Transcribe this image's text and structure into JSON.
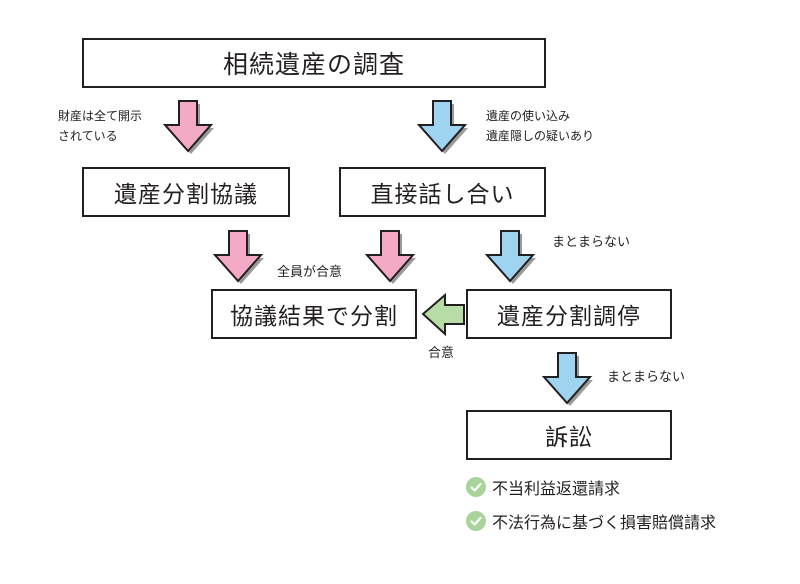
{
  "colors": {
    "pink": "#f4a9c6",
    "blue": "#9fd4f0",
    "green": "#b7dca5",
    "check": "#a8d49c",
    "outline": "#231f20"
  },
  "boxes": {
    "title": "相続遺産の調査",
    "division": "遺産分割協議",
    "direct": "直接話し合い",
    "result": "協議結果で分割",
    "mediation": "遺産分割調停",
    "lawsuit": "訴訟"
  },
  "notes": {
    "disclosed": [
      "財産は全て開示",
      "されている"
    ],
    "misuse": [
      "遺産の使い込み",
      "遺産隠しの疑いあり"
    ],
    "all_agree": "全員が合意",
    "agree": "合意",
    "not_settled_1": "まとまらない",
    "not_settled_2": "まとまらない"
  },
  "claims": [
    "不当利益返還請求",
    "不法行為に基づく損害賠償請求"
  ],
  "icons": {
    "down_arrow": "down-arrow-icon",
    "left_arrow": "left-arrow-icon",
    "check": "check-circle-icon"
  }
}
